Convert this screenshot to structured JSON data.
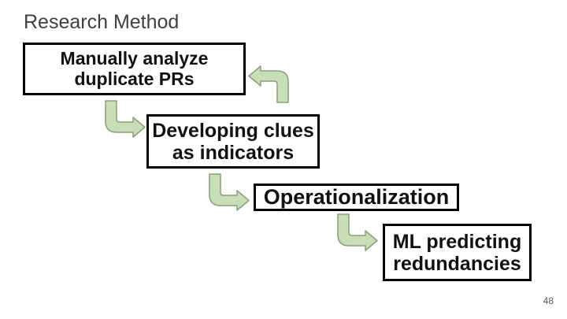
{
  "slide": {
    "title": "Research Method",
    "page_number": "48"
  },
  "flow": {
    "boxes": [
      {
        "id": "manually-analyze",
        "label": "Manually analyze\nduplicate PRs"
      },
      {
        "id": "developing-clues",
        "label": "Developing clues\nas indicators"
      },
      {
        "id": "operationalization",
        "label": "Operationalization"
      },
      {
        "id": "ml-predicting",
        "label": "ML predicting\nredundancies"
      }
    ],
    "arrows": [
      {
        "direction": "left",
        "points_to": "manually-analyze"
      },
      {
        "direction": "right",
        "points_to": "developing-clues"
      },
      {
        "direction": "right",
        "points_to": "operationalization"
      },
      {
        "direction": "right",
        "points_to": "ml-predicting"
      }
    ]
  },
  "colors": {
    "background": "#ffffff",
    "box_border": "#000000",
    "box_text": "#111111",
    "title_text": "#404040",
    "arrow_fill": "#c8deb6",
    "arrow_outline": "#879f78",
    "page_number_text": "#595959"
  }
}
